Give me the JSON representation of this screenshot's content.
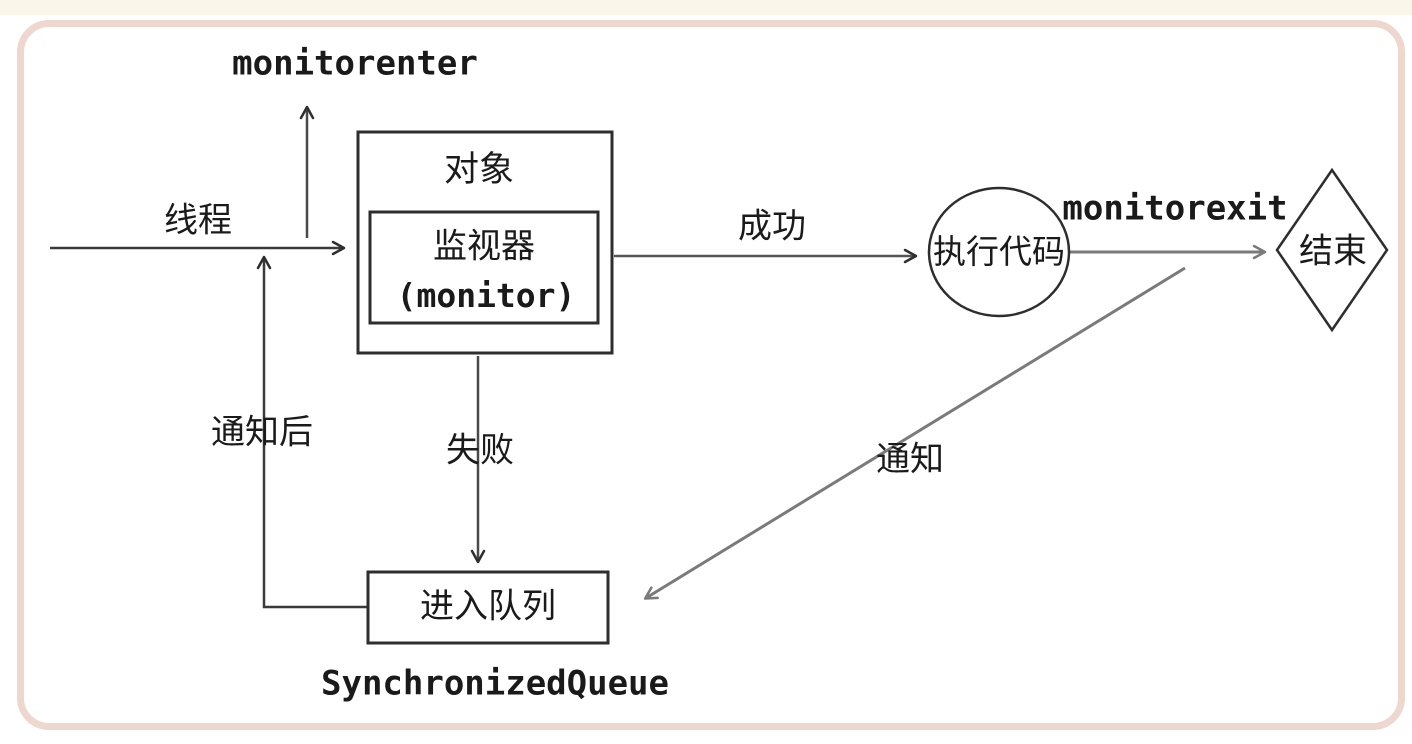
{
  "colors": {
    "page_background": "#ffffff",
    "top_strip": "#faf6e9",
    "frame_border": "#eed7ce",
    "ink": "#2e2e2e",
    "gray_line": "#7a7a7a",
    "text": "#1a1a1a"
  },
  "nodes": {
    "object_box": {
      "label": "对象"
    },
    "monitor_box": {
      "label": "监视器",
      "sublabel": "(monitor)"
    },
    "execute_circle": {
      "label": "执行代码"
    },
    "end_diamond": {
      "label": "结束"
    },
    "queue_box": {
      "label": "进入队列",
      "caption": "SynchronizedQueue"
    }
  },
  "edges": {
    "thread": {
      "label": "线程"
    },
    "monitorenter": {
      "label": "monitorenter"
    },
    "success": {
      "label": "成功"
    },
    "monitorexit": {
      "label": "monitorexit"
    },
    "fail": {
      "label": "失败"
    },
    "notify": {
      "label": "通知"
    },
    "after_notify": {
      "label": "通知后"
    }
  }
}
